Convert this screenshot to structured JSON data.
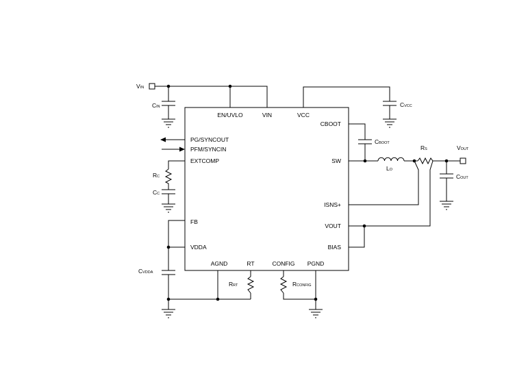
{
  "ic": {
    "pins_top": [
      "EN/UVLO",
      "VIN",
      "VCC"
    ],
    "pins_left": [
      "PG/SYNCOUT",
      "PFM/SYNCIN",
      "EXTCOMP",
      "FB",
      "VDDA"
    ],
    "pins_right": [
      "CBOOT",
      "SW",
      "ISNS+",
      "VOUT",
      "BIAS"
    ],
    "pins_bottom": [
      "AGND",
      "RT",
      "CONFIG",
      "PGND"
    ]
  },
  "labels": {
    "vin_main": "V",
    "vin_sub": "IN",
    "cin_main": "C",
    "cin_sub": "IN",
    "cvcc_main": "C",
    "cvcc_sub": "VCC",
    "cboot_main": "C",
    "cboot_sub": "BOOT",
    "lo_main": "L",
    "lo_sub": "O",
    "rs_main": "R",
    "rs_sub": "S",
    "vout_main": "V",
    "vout_sub": "OUT",
    "cout_main": "C",
    "cout_sub": "OUT",
    "rc_main": "R",
    "rc_sub": "C",
    "cc_main": "C",
    "cc_sub": "C",
    "cvdda_main": "C",
    "cvdda_sub": "VDDA",
    "rrt_main": "R",
    "rrt_sub": "RT",
    "rconfig_main": "R",
    "rconfig_sub": "CONFIG"
  }
}
